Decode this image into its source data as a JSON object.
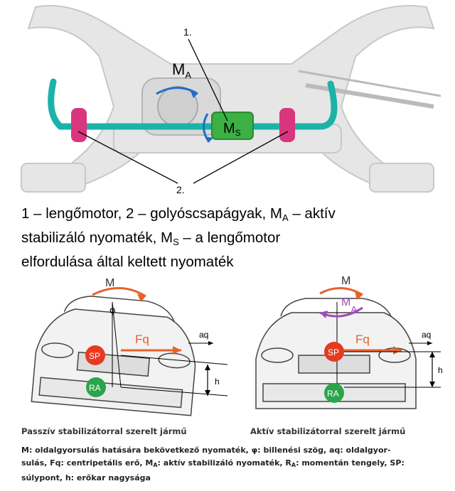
{
  "top": {
    "callout_1": "1.",
    "callout_2": "2.",
    "ma_label": "M",
    "ma_sub": "A",
    "ms_label": "M",
    "ms_sub": "S"
  },
  "caption": {
    "line1_a": "1 – lengőmotor, 2 – golyóscsapágyak, M",
    "line1_sub": "A",
    "line1_b": " – aktív",
    "line2_a": "stabilizáló nyomaték, M",
    "line2_sub": "S",
    "line2_b": " – a lengőmotor",
    "line3": "elfordulása által keltett nyomaték"
  },
  "left_car": {
    "m": "M",
    "phi": "φ",
    "fq": "Fq",
    "aq": "aq",
    "sp": "SP",
    "ra": "RA",
    "h": "h",
    "label": "Passzív stabilizátorral szerelt jármű"
  },
  "right_car": {
    "m": "M",
    "ma": "M",
    "ma_sub": "A",
    "fq": "Fq",
    "aq": "aq",
    "sp": "SP",
    "ra": "RA",
    "h": "h",
    "label": "Aktív stabilizátorral szerelt jármű"
  },
  "legend": {
    "l1_a": "M: oldalgyorsulás hatására bekövetkező nyomaték, φ: billenési szög, aq: oldalgyor-",
    "l2_a": "sulás, Fq: centripetális erő, M",
    "l2_sub1": "A",
    "l2_b": ": aktív stabilizáló nyomaték, R",
    "l2_sub2": "A",
    "l2_c": ": momentán tengely, SP:",
    "l3": "súlypont, h: erőkar nagysága"
  },
  "colors": {
    "bar": "#1bb3a8",
    "bushing": "#d9367f",
    "motor": "#3cb043",
    "sp": "#e53a22",
    "ra": "#2aa54a",
    "arrow_orange": "#e8612c",
    "arrow_purple": "#a04ab8"
  }
}
